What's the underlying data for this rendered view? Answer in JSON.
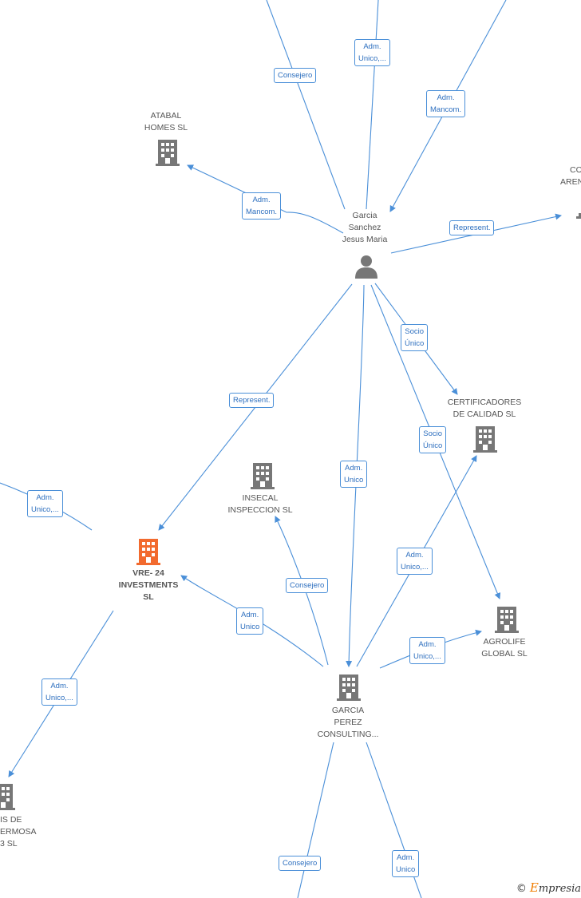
{
  "colors": {
    "edge": "#4a8fd8",
    "building": "#777777",
    "focus_building": "#f26a2e",
    "person": "#777777"
  },
  "nodes": {
    "atabal": {
      "lines": [
        "ATABAL",
        "HOMES  SL"
      ],
      "icon": "building-icon"
    },
    "person": {
      "lines": [
        "Garcia",
        "Sanchez",
        "Jesus Maria"
      ],
      "icon": "person-icon"
    },
    "co_arena": {
      "lines": [
        "CO",
        "AREN"
      ],
      "icon": "building-icon"
    },
    "certificadores": {
      "lines": [
        "CERTIFICADORES",
        "DE CALIDAD  SL"
      ],
      "icon": "building-icon"
    },
    "insecal": {
      "lines": [
        "INSECAL",
        "INSPECCION SL"
      ],
      "icon": "building-icon"
    },
    "vre24": {
      "lines": [
        "VRE- 24",
        "INVESTMENTS",
        "SL"
      ],
      "icon": "building-icon"
    },
    "agrolife": {
      "lines": [
        "AGROLIFE",
        "GLOBAL  SL"
      ],
      "icon": "building-icon"
    },
    "garcia_perez": {
      "lines": [
        "GARCIA",
        "PEREZ",
        "CONSULTING..."
      ],
      "icon": "building-icon"
    },
    "hermosa": {
      "lines": [
        "IS DE",
        "ERMOSA",
        "3  SL"
      ],
      "icon": "building-icon"
    }
  },
  "edge_labels": {
    "consejero_top": [
      "Consejero"
    ],
    "adm_unico_top": [
      "Adm.",
      "Unico,..."
    ],
    "adm_mancom_top": [
      "Adm.",
      "Mancom."
    ],
    "adm_mancom_atabal": [
      "Adm.",
      "Mancom."
    ],
    "represent_co": [
      "Represent."
    ],
    "socio_unico_cert": [
      "Socio",
      "Único"
    ],
    "represent_vre": [
      "Represent."
    ],
    "socio_unico_agro": [
      "Socio",
      "Único"
    ],
    "adm_unico_gp": [
      "Adm.",
      "Unico"
    ],
    "adm_unico_left": [
      "Adm.",
      "Unico,..."
    ],
    "consejero_insecal": [
      "Consejero"
    ],
    "adm_unico_cert2": [
      "Adm.",
      "Unico,..."
    ],
    "adm_unico_vre": [
      "Adm.",
      "Unico"
    ],
    "adm_unico_agro": [
      "Adm.",
      "Unico,..."
    ],
    "adm_unico_hermosa": [
      "Adm.",
      "Unico,..."
    ],
    "consejero_bottom": [
      "Consejero"
    ],
    "adm_unico_bottom": [
      "Adm.",
      "Unico"
    ]
  },
  "watermark": {
    "symbol": "©",
    "brand_initial": "E",
    "brand_rest": "mpresia"
  }
}
